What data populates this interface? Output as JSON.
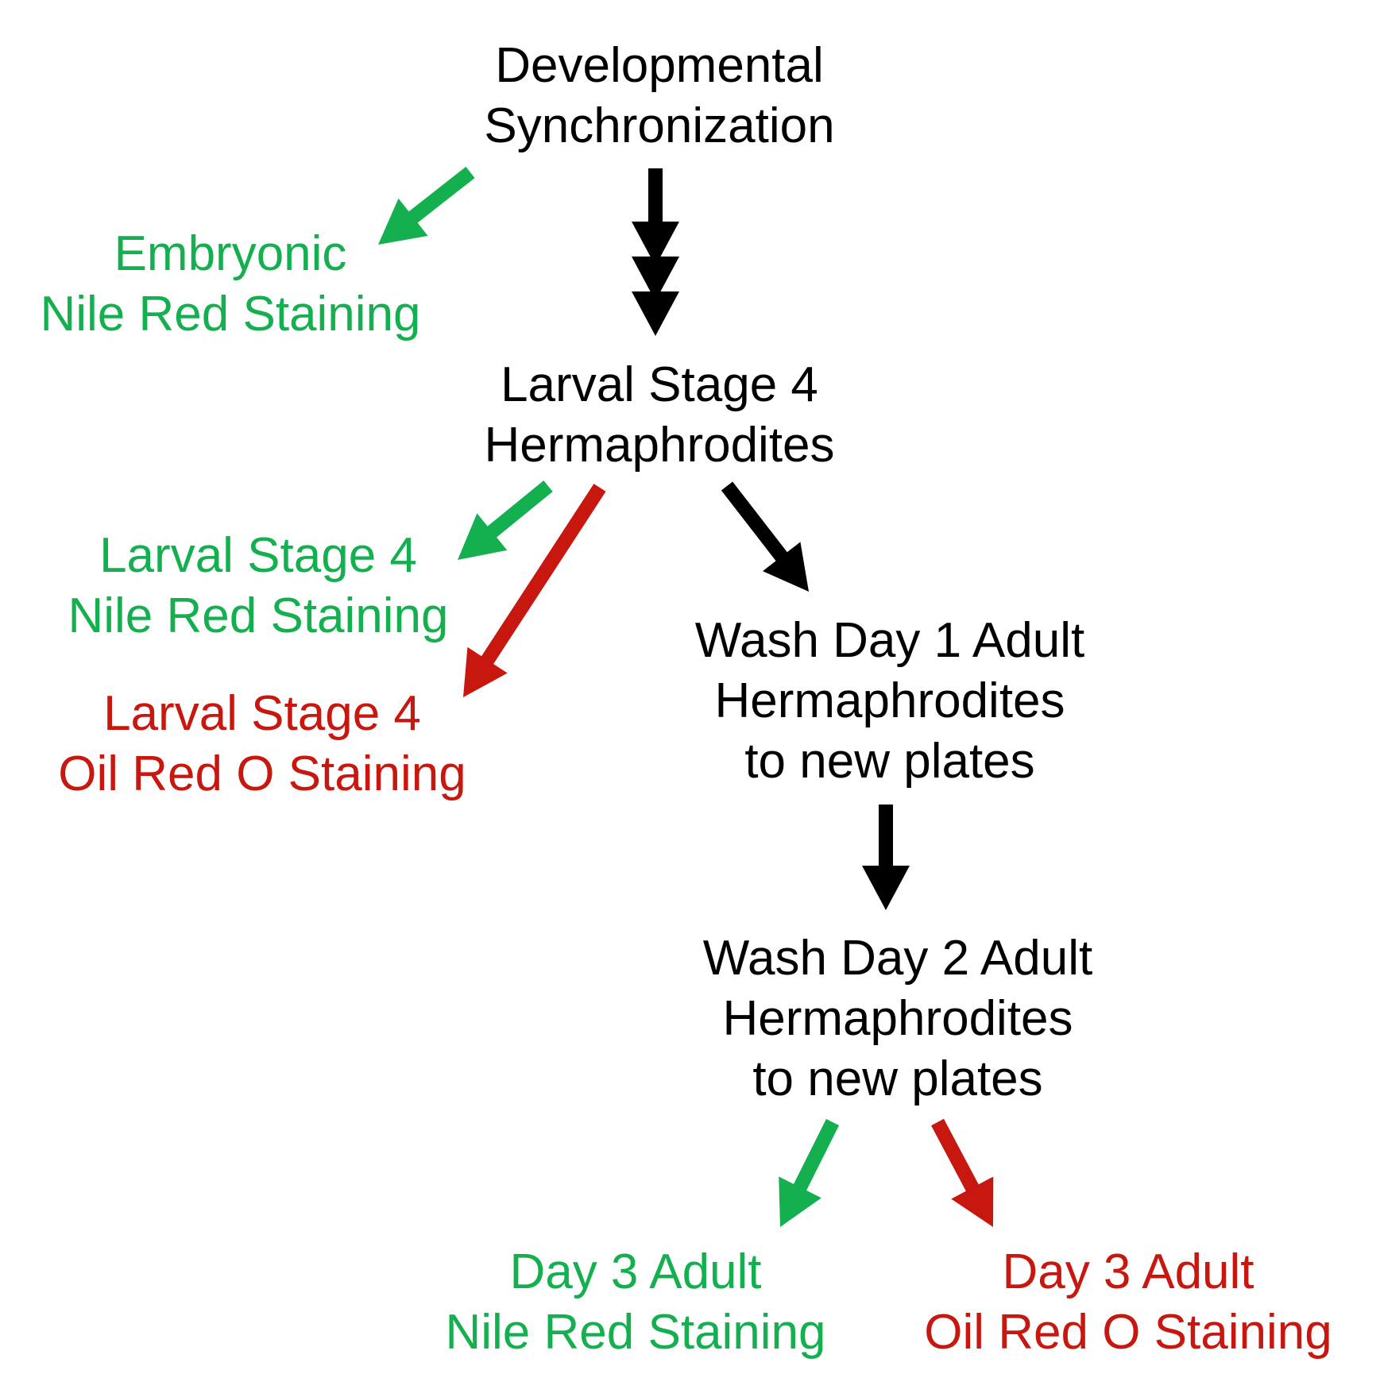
{
  "colors": {
    "process": "#000000",
    "nile_red": "#14b04f",
    "oil_red_o": "#c8170f"
  },
  "nodes": {
    "sync": {
      "line1": "Developmental",
      "line2": "Synchronization"
    },
    "embryonic": {
      "line1": "Embryonic",
      "line2": "Nile Red Staining"
    },
    "l4": {
      "line1": "Larval Stage 4",
      "line2": "Hermaphrodites"
    },
    "l4_nile": {
      "line1": "Larval Stage 4",
      "line2": "Nile Red Staining"
    },
    "l4_oil": {
      "line1": "Larval Stage 4",
      "line2": "Oil Red O Staining"
    },
    "wash1": {
      "line1": "Wash Day 1 Adult",
      "line2": "Hermaphrodites",
      "line3": "to new plates"
    },
    "wash2": {
      "line1": "Wash Day 2 Adult",
      "line2": "Hermaphrodites",
      "line3": "to new plates"
    },
    "d3_nile": {
      "line1": "Day 3 Adult",
      "line2": "Nile Red Staining"
    },
    "d3_oil": {
      "line1": "Day 3 Adult",
      "line2": "Oil Red O Staining"
    }
  }
}
